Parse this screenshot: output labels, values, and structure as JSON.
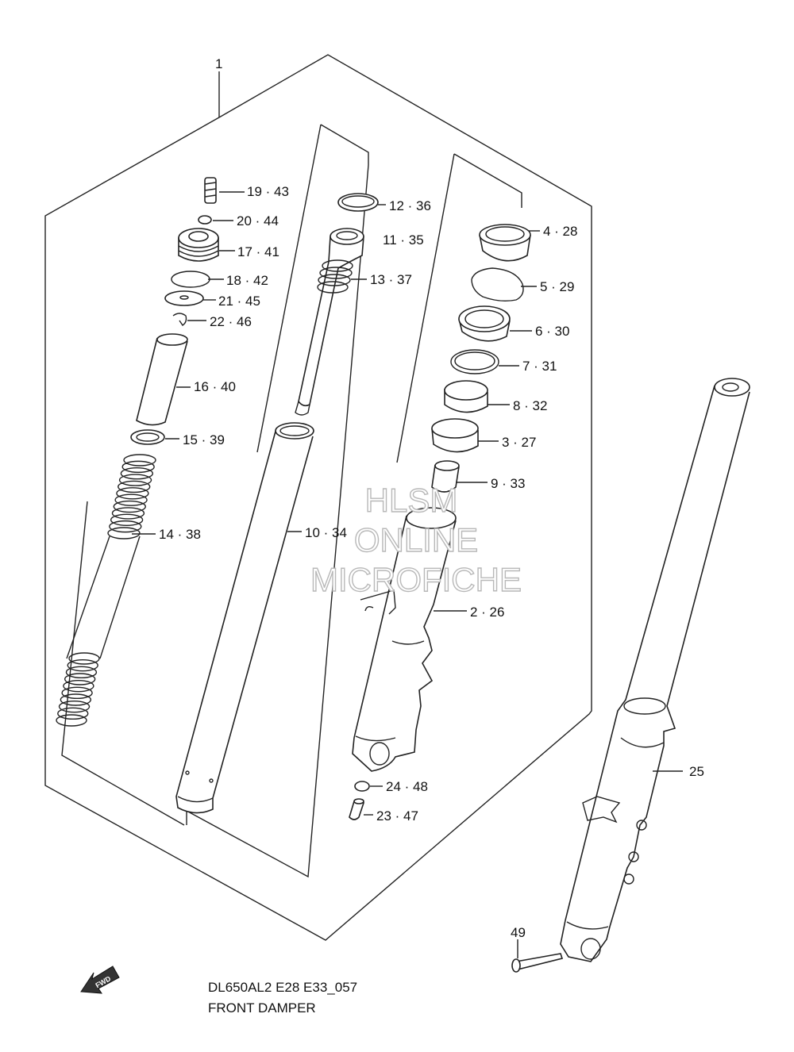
{
  "diagram": {
    "group_label": "1",
    "parts": [
      {
        "id": "19-43",
        "label": "19 · 43"
      },
      {
        "id": "20-44",
        "label": "20 · 44"
      },
      {
        "id": "17-41",
        "label": "17 · 41"
      },
      {
        "id": "18-42",
        "label": "18 · 42"
      },
      {
        "id": "21-45",
        "label": "21 · 45"
      },
      {
        "id": "22-46",
        "label": "22 · 46"
      },
      {
        "id": "16-40",
        "label": "16 · 40"
      },
      {
        "id": "15-39",
        "label": "15 · 39"
      },
      {
        "id": "14-38",
        "label": "14 · 38"
      },
      {
        "id": "12-36",
        "label": "12 · 36"
      },
      {
        "id": "11-35",
        "label": "11 · 35"
      },
      {
        "id": "13-37",
        "label": "13 · 37"
      },
      {
        "id": "10-34",
        "label": "10 · 34"
      },
      {
        "id": "4-28",
        "label": "4 · 28"
      },
      {
        "id": "5-29",
        "label": "5 · 29"
      },
      {
        "id": "6-30",
        "label": "6 · 30"
      },
      {
        "id": "7-31",
        "label": "7 · 31"
      },
      {
        "id": "8-32",
        "label": "8 · 32"
      },
      {
        "id": "3-27",
        "label": "3 · 27"
      },
      {
        "id": "9-33",
        "label": "9 · 33"
      },
      {
        "id": "2-26",
        "label": "2 · 26"
      },
      {
        "id": "24-48",
        "label": "24 · 48"
      },
      {
        "id": "23-47",
        "label": "23 · 47"
      },
      {
        "id": "25",
        "label": "25"
      },
      {
        "id": "49",
        "label": "49"
      }
    ]
  },
  "watermark": {
    "line1": "HLSM",
    "line2": "ONLINE",
    "line3": "MICROFICHE"
  },
  "fwd_arrow_text": "FWD",
  "caption": {
    "model_code": "DL650AL2 E28 E33_057",
    "title": "FRONT DAMPER"
  }
}
